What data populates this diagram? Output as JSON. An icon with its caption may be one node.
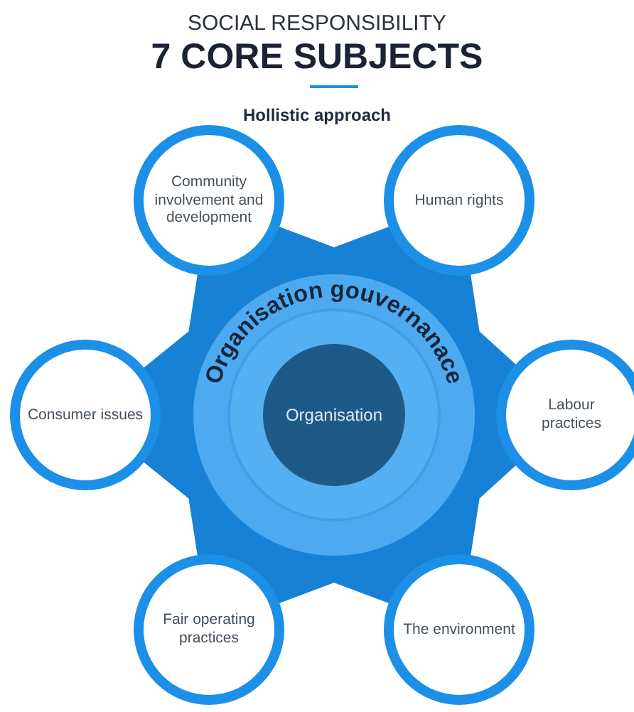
{
  "diagram": {
    "title": "7 CORE SUBJECTS",
    "nodes": [
      {
        "text": [
          "Community involvement and development"
        ]
      },
      {
        "text": [
          "Human rights"
        ]
      },
      {
        "text": [
          "Organisation gouvernanace"
        ]
      },
      {
        "text": [
          "Organisation"
        ],
        "in": 2
      },
      {
        "text": [
          "Consumer issues"
        ]
      },
      {
        "text": [
          "Labour practices"
        ]
      },
      {
        "text": [
          "Fair operating practices"
        ]
      },
      {
        "text": [
          "The environment"
        ]
      }
    ],
    "edges": [],
    "labels": [
      "SOCIAL RESPONSIBILITY",
      "Hollistic approach"
    ]
  }
}
